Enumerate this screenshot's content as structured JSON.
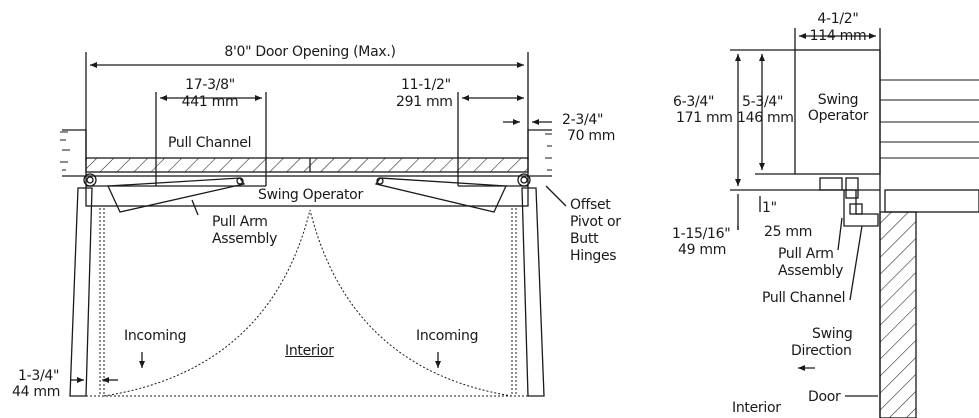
{
  "plan_view": {
    "door_opening": "8'0\" Door Opening (Max.)",
    "pull_channel_dim_in": "17-3/8\"",
    "pull_channel_dim_mm": "441 mm",
    "dim_11_in": "11-1/2\"",
    "dim_11_mm": "291 mm",
    "dim_234_in": "2-3/4\"",
    "dim_234_mm": "70 mm",
    "pull_channel": "Pull Channel",
    "swing_operator": "Swing Operator",
    "pull_arm_1": "Pull Arm",
    "pull_arm_2": "Assembly",
    "offset_1": "Offset",
    "offset_2": "Pivot or",
    "offset_3": "Butt",
    "offset_4": "Hinges",
    "incoming_left": "Incoming",
    "incoming_right": "Incoming",
    "interior": "Interior",
    "dim_134_in": "1-3/4\"",
    "dim_134_mm": "44 mm"
  },
  "section_view": {
    "width_in": "4-1/2\"",
    "width_mm": "114 mm",
    "height_634_in": "6-3/4\"",
    "height_634_mm": "171 mm",
    "height_534_in": "5-3/4\"",
    "height_534_mm": "146 mm",
    "operator_1": "Swing",
    "operator_2": "Operator",
    "dim_1_in": "1\"",
    "dim_1_mm": "25 mm",
    "dim_11516_in": "1-15/16\"",
    "dim_11516_mm": "49 mm",
    "pull_arm_1": "Pull Arm",
    "pull_arm_2": "Assembly",
    "pull_channel": "Pull Channel",
    "swing_dir_1": "Swing",
    "swing_dir_2": "Direction",
    "door": "Door",
    "interior": "Interior"
  },
  "colors": {
    "line": "#1a1a1a",
    "background": "#ffffff"
  }
}
